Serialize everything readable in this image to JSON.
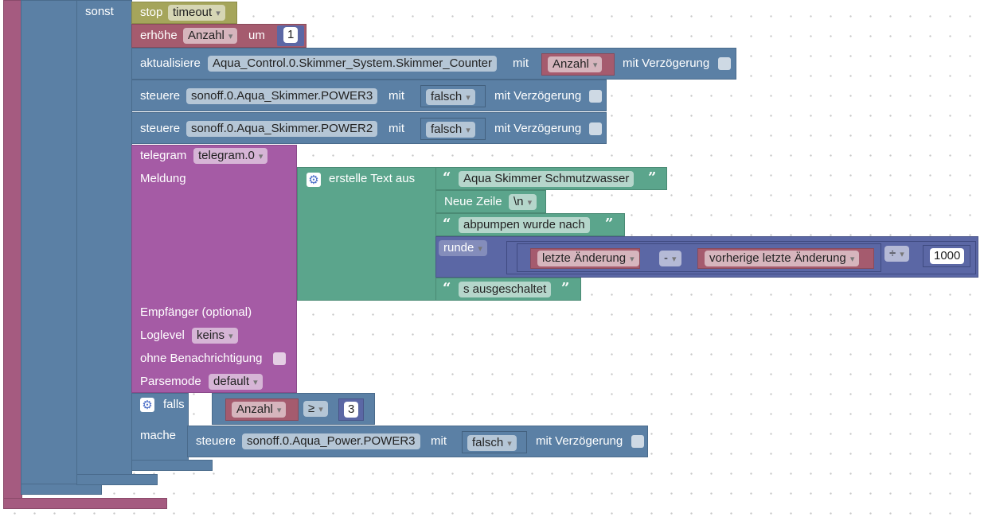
{
  "blocks": {
    "sonst_label": "sonst",
    "stop": {
      "label": "stop",
      "value": "timeout"
    },
    "increase": {
      "label": "erhöhe",
      "variable": "Anzahl",
      "by": "um",
      "amount": "1"
    },
    "update": {
      "label": "aktualisiere",
      "object": "Aqua_Control.0.Skimmer_System.Skimmer_Counter",
      "with": "mit",
      "variable": "Anzahl",
      "delay_label": "mit Verzögerung"
    },
    "control1": {
      "label": "steuere",
      "object": "sonoff.0.Aqua_Skimmer.POWER3",
      "with": "mit",
      "value": "falsch",
      "delay_label": "mit Verzögerung"
    },
    "control2": {
      "label": "steuere",
      "object": "sonoff.0.Aqua_Skimmer.POWER2",
      "with": "mit",
      "value": "falsch",
      "delay_label": "mit Verzögerung"
    },
    "telegram": {
      "label": "telegram",
      "instance": "telegram.0",
      "message_label": "Meldung",
      "recipient_label": "Empfänger (optional)",
      "loglevel_label": "Loglevel",
      "loglevel_value": "keins",
      "silent_label": "ohne Benachrichtigung",
      "parsemode_label": "Parsemode",
      "parsemode_value": "default"
    },
    "create_text": {
      "label": "erstelle Text aus",
      "text1": "Aqua Skimmer Schmutzwasser",
      "newline_label": "Neue Zeile",
      "newline_value": "\\n",
      "text2": "abpumpen wurde nach",
      "round_label": "runde",
      "last_change": "letzte Änderung",
      "minus_op": "-",
      "prev_change": "vorherige letzte Änderung",
      "divide_op": "÷",
      "divisor": "1000",
      "text3": "s ausgeschaltet"
    },
    "if_block": {
      "if_label": "falls",
      "variable": "Anzahl",
      "compare_op": "≥",
      "compare_value": "3",
      "do_label": "mache"
    },
    "control3": {
      "label": "steuere",
      "object": "sonoff.0.Aqua_Power.POWER3",
      "with": "mit",
      "value": "falsch",
      "delay_label": "mit Verzögerung"
    }
  },
  "colors": {
    "flow": "#5b80a5",
    "telegram": "#a55ba5",
    "text": "#5ba58c",
    "variable": "#a55b6e",
    "math": "#5b67a5",
    "stop": "#a5a55b",
    "outer": "#a55b80"
  }
}
